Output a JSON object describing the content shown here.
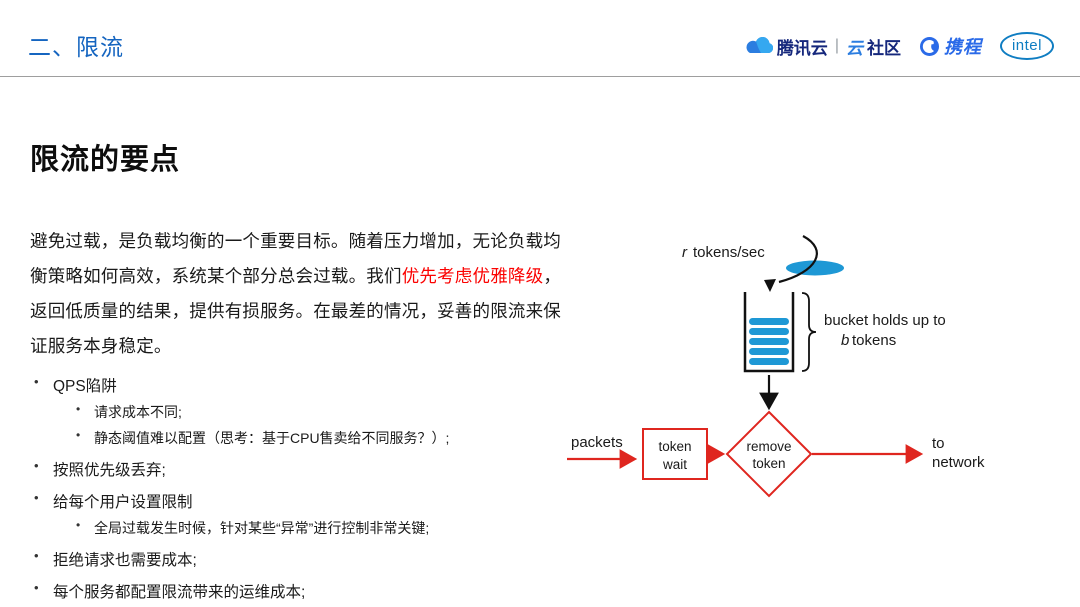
{
  "header": {
    "section_title": "二、限流",
    "logos": {
      "tencent": "腾讯云",
      "separator": "|",
      "community_prefix": "云",
      "community_suffix": "社区",
      "ctrip": "携程",
      "intel": "intel"
    }
  },
  "main": {
    "title": "限流的要点",
    "paragraph": {
      "part1": "避免过载，是负载均衡的一个重要目标。随着压力增加，无论负载均衡策略如何高效，系统某个部分总会过载。我们",
      "highlight": "优先考虑优雅降级",
      "part2": "，返回低质量的结果，提供有损服务。在最差的情况，妥善的限流来保证服务本身稳定。"
    },
    "bullets": [
      {
        "level": 1,
        "text": "QPS陷阱"
      },
      {
        "level": 2,
        "text": "请求成本不同;"
      },
      {
        "level": 2,
        "text": "静态阈值难以配置（思考：基于CPU售卖给不同服务？）;"
      },
      {
        "level": 1,
        "text": "按照优先级丢弃;"
      },
      {
        "level": 1,
        "text": "给每个用户设置限制"
      },
      {
        "level": 2,
        "text": "全局过载发生时候，针对某些“异常”进行控制非常关键;"
      },
      {
        "level": 1,
        "text": "拒绝请求也需要成本;"
      },
      {
        "level": 1,
        "text": "每个服务都配置限流带来的运维成本;"
      }
    ]
  },
  "diagram": {
    "rate_var": "r",
    "rate_rest": "tokens/sec",
    "bucket_note_line1": "bucket holds up to",
    "bucket_note_var": "b",
    "bucket_note_rest": "tokens",
    "packets": "packets",
    "wait_box_line1": "token",
    "wait_box_line2": "wait",
    "diamond_line1": "remove",
    "diamond_line2": "token",
    "network_line1": "to",
    "network_line2": "network"
  },
  "colors": {
    "section_blue": "#1565c0",
    "highlight_red": "#fb0201",
    "token_blue": "#1e98d5",
    "diagram_red": "#df261f"
  }
}
